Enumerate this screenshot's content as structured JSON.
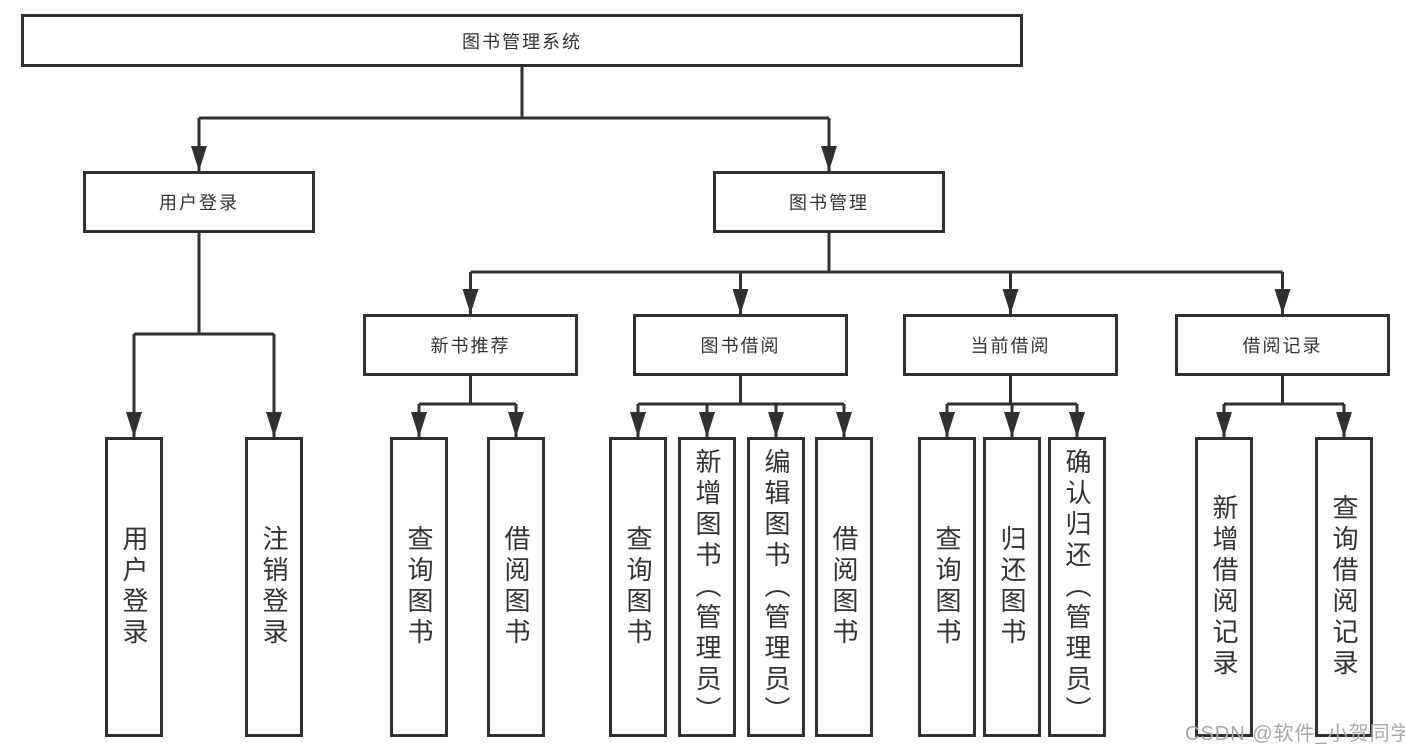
{
  "diagram": {
    "root": {
      "label": "图书管理系统"
    },
    "level2": [
      {
        "label": "用户登录"
      },
      {
        "label": "图书管理"
      }
    ],
    "level3": [
      {
        "label": "新书推荐"
      },
      {
        "label": "图书借阅"
      },
      {
        "label": "当前借阅"
      },
      {
        "label": "借阅记录"
      }
    ],
    "leaves": {
      "user_login": [
        "用户登录",
        "注销登录"
      ],
      "new_books": [
        "查询图书",
        "借阅图书"
      ],
      "book_borrow": [
        "查询图书",
        "新增图书（管理员）",
        "编辑图书（管理员）",
        "借阅图书"
      ],
      "current_borrow": [
        "查询图书",
        "归还图书",
        "确认归还（管理员）"
      ],
      "borrow_records": [
        "新增借阅记录",
        "查询借阅记录"
      ]
    },
    "colors": {
      "line": "#303030",
      "text": "#333333",
      "watermark": "#a9a9a9",
      "background": "#ffffff"
    }
  },
  "watermark": {
    "text": "CSDN @软件_小贺同学"
  }
}
